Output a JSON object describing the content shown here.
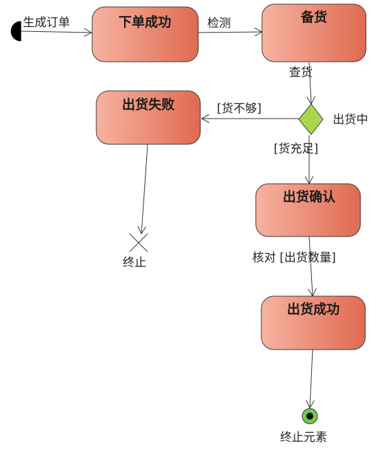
{
  "colors": {
    "action_fill_light": "#f6b3a1",
    "action_fill_dark": "#e06a50",
    "action_stroke": "#3a3a3a",
    "decision_fill": "#a8d84a",
    "final_fill": "#6bcf4a",
    "initial_fill": "#000000",
    "edge": "#333333"
  },
  "nodes": {
    "place_order_success": "下单成功",
    "stock_up": "备货",
    "shipment_failed": "出货失败",
    "shipment_confirm": "出货确认",
    "shipment_success": "出货成功"
  },
  "labels": {
    "generate_order": "生成订单",
    "inspect": "检测",
    "check_stock": "查货",
    "shipping": "出货中",
    "stock_insufficient": "[货不够]",
    "stock_sufficient": "[货充足]",
    "verify_quantity": "核对 [出货数量]",
    "terminate": "终止",
    "final_element": "终止元素"
  }
}
